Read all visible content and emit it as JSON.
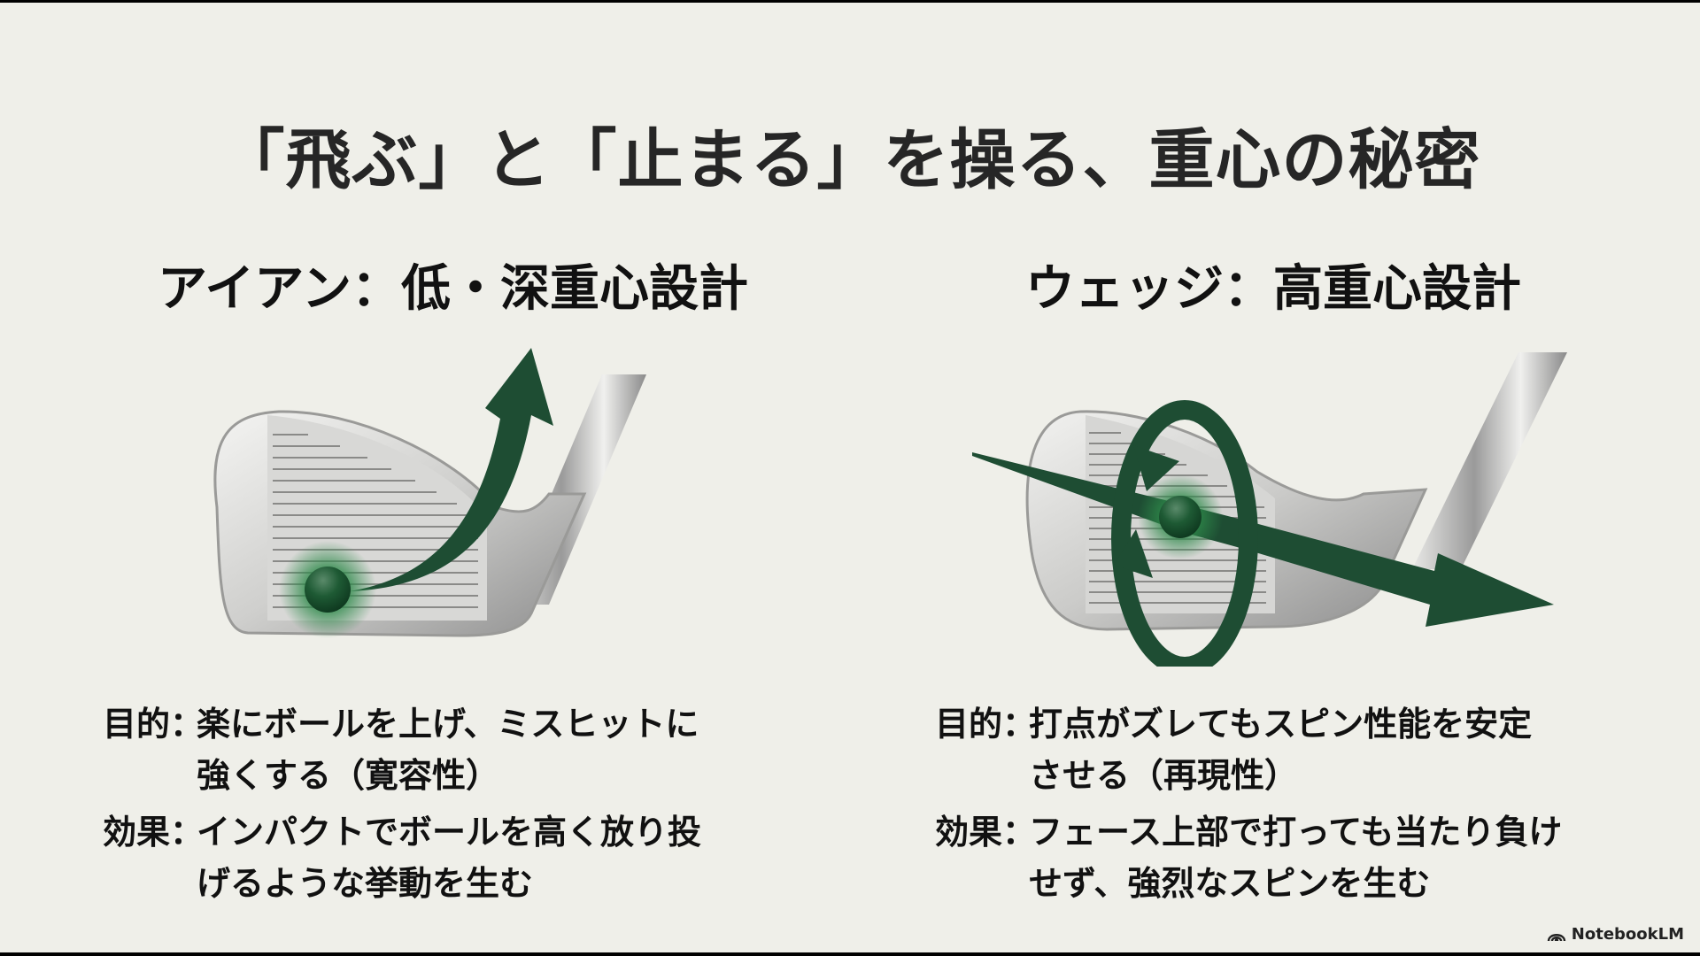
{
  "slide": {
    "title": "「飛ぶ」と「止まる」を操る、重心の秘密",
    "colors": {
      "background": "#efefe9",
      "accent_green": "#1e4d33",
      "text": "#111111",
      "letterbox": "#000000"
    },
    "left": {
      "heading": "アイアン：低・深重心設計",
      "illustration": "iron-clubhead-low-cg-with-upward-arrow",
      "purpose_label": "目的",
      "purpose_text": "楽にボールを上げ、ミスヒットに\n強くする（寛容性）",
      "effect_label": "効果",
      "effect_text": "インパクトでボールを高く放り投\nげるような挙動を生む"
    },
    "right": {
      "heading": "ウェッジ：高重心設計",
      "illustration": "wedge-clubhead-high-cg-with-spin-arrows",
      "purpose_label": "目的",
      "purpose_text": "打点がズレてもスピン性能を安定\nさせる（再現性）",
      "effect_label": "効果",
      "effect_text": "フェース上部で打っても当たり負け\nせず、強烈なスピンを生む"
    },
    "colon": "：",
    "brand": "NotebookLM"
  }
}
